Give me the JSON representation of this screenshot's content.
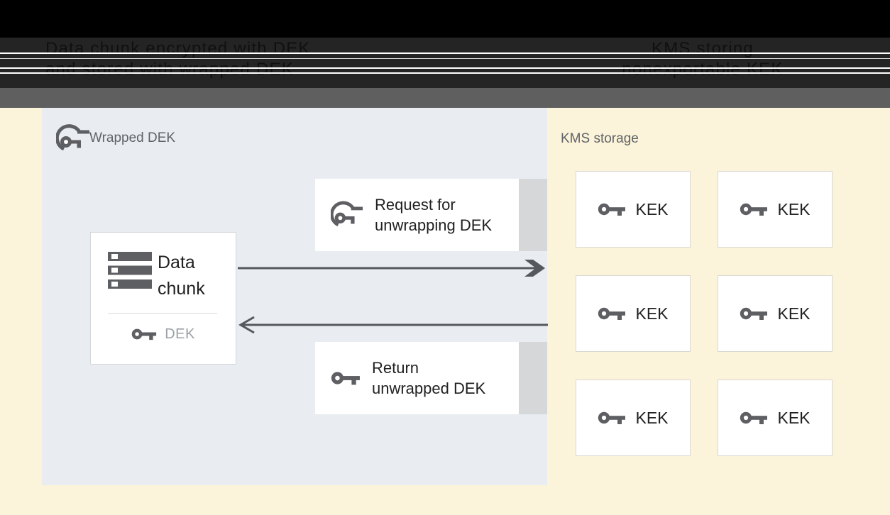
{
  "header": {
    "caption_left": {
      "line1": "Data chunk encrypted with DEK",
      "line2": "and stored with wrapped DEK"
    },
    "caption_right": {
      "line1": "KMS storing",
      "line2": "nonexportable KEK"
    }
  },
  "wrapped_dek_panel": {
    "title": "Wrapped DEK",
    "data_chunk_card": {
      "title": "Data chunk",
      "key_label": "DEK"
    },
    "request_card_label": "Request for unwrapping DEK",
    "return_card_label": "Return unwrapped DEK"
  },
  "kms_panel": {
    "title": "KMS storage",
    "kek_labels": [
      "KEK",
      "KEK",
      "KEK",
      "KEK",
      "KEK",
      "KEK"
    ]
  },
  "icons": {
    "wrapped_key_icon": "key-with-wrap-arc",
    "key_icon": "key",
    "data_chunk_icon": "stacked-data-bars"
  },
  "colors": {
    "header_black": "#000000",
    "header_band": "#242424",
    "header_subband": "#5f5f5f",
    "page_background": "#fcf4da",
    "panel_background": "#e9edf1",
    "card_background": "#ffffff",
    "card_border": "#d4d7da",
    "kek_border": "#d9d8d2",
    "icon_gray": "#5d5f62",
    "text_dark": "#212121",
    "text_muted": "#5f6368",
    "text_faint": "#9aa0a6",
    "arrow_gray": "#55585c",
    "strip_gray": "#d5d7d9"
  }
}
